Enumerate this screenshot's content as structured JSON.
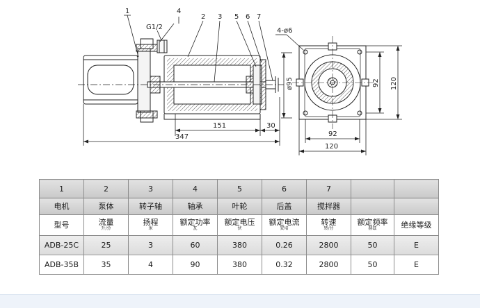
{
  "drawing": {
    "callouts": [
      "1",
      "4",
      "2",
      "3",
      "5",
      "6",
      "7"
    ],
    "thread_label": "G1/2",
    "holes_label": "4-ø6",
    "dimensions": {
      "flange_dia": "ø95",
      "body_length": "151",
      "cover_length": "30",
      "overall_length": "347",
      "plate_inner_w": "92",
      "plate_outer_w": "120",
      "plate_inner_h": "92",
      "plate_outer_h": "120"
    }
  },
  "table": {
    "numbers": [
      "1",
      "2",
      "3",
      "4",
      "5",
      "6",
      "7",
      "",
      ""
    ],
    "parts": [
      "电机",
      "泵体",
      "转子轴",
      "轴承",
      "叶轮",
      "后盖",
      "搅拌器",
      "",
      ""
    ],
    "headers": [
      {
        "label": "型号",
        "unit": ""
      },
      {
        "label": "流量",
        "unit": "升/分"
      },
      {
        "label": "扬程",
        "unit": "米"
      },
      {
        "label": "额定功率",
        "unit": "瓦"
      },
      {
        "label": "额定电压",
        "unit": "伏"
      },
      {
        "label": "额定电流",
        "unit": "安培"
      },
      {
        "label": "转速",
        "unit": "转/分"
      },
      {
        "label": "额定频率",
        "unit": "赫兹"
      },
      {
        "label": "绝缘等级",
        "unit": ""
      }
    ],
    "rows": [
      [
        "ADB-25C",
        "25",
        "3",
        "60",
        "380",
        "0.26",
        "2800",
        "50",
        "E"
      ],
      [
        "ADB-35B",
        "35",
        "4",
        "90",
        "380",
        "0.32",
        "2800",
        "50",
        "E"
      ]
    ]
  }
}
